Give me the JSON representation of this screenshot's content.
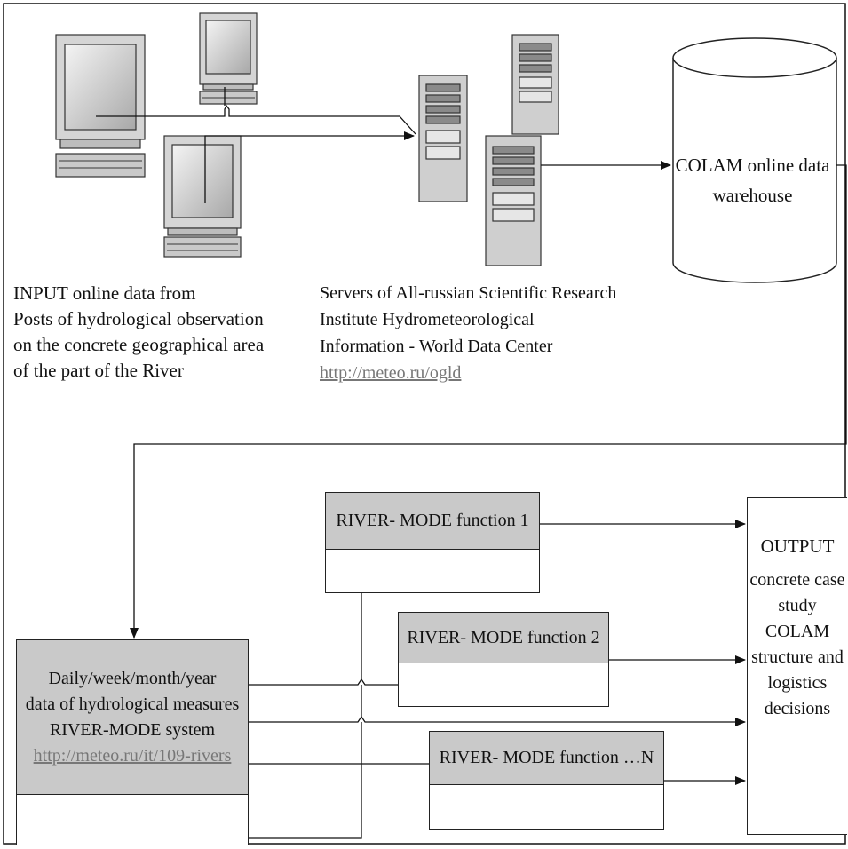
{
  "input_caption": {
    "line1": "INPUT online data from",
    "line2": "Posts of hydrological observation",
    "line3": "on the concrete geographical area",
    "line4": "of the part of the River"
  },
  "servers_caption": {
    "line1": "Servers of All-russian Scientific Research",
    "line2": "Institute Hydrometeorological",
    "line3": "Information - World Data Center",
    "link": "http://meteo.ru/ogld"
  },
  "warehouse": {
    "label": "COLAM online data warehouse"
  },
  "system_box": {
    "line1": "Daily/week/month/year",
    "line2": "data of hydrological measures",
    "line3": "RIVER-MODE system",
    "link": "http://meteo.ru/it/109-rivers"
  },
  "functions": [
    {
      "label": "RIVER- MODE function 1"
    },
    {
      "label": "RIVER- MODE function 2"
    },
    {
      "label": "RIVER- MODE function …N"
    }
  ],
  "output": {
    "title": "OUTPUT",
    "body": "concrete case study COLAM structure and logistics decisions"
  }
}
